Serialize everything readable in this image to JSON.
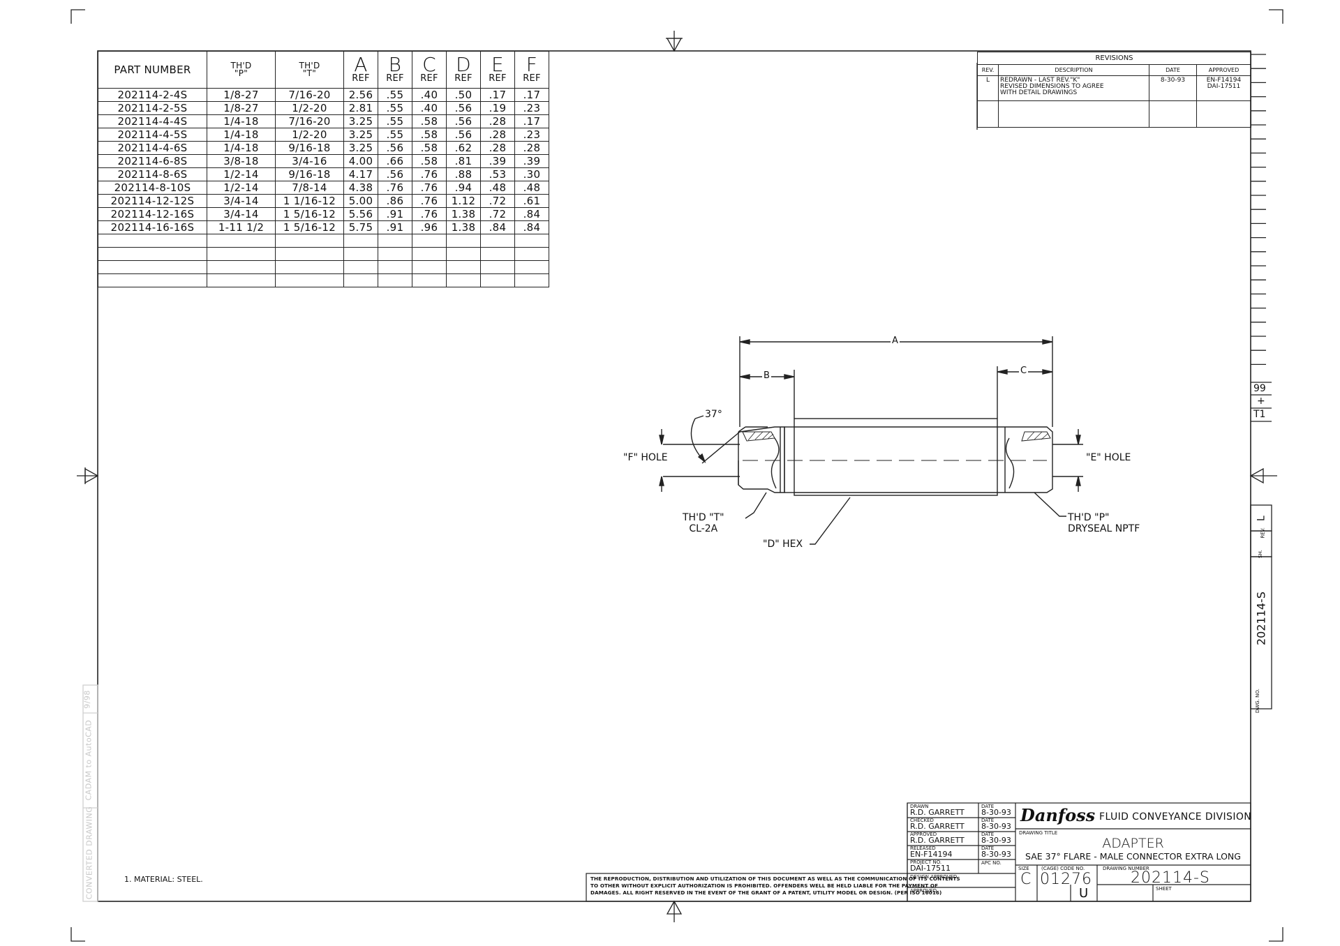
{
  "part_table": {
    "headers": {
      "part_number": "PART NUMBER",
      "thd_p_line1": "TH'D",
      "thd_p_line2": "\"P\"",
      "thd_t_line1": "TH'D",
      "thd_t_line2": "\"T\"",
      "letters": [
        "A",
        "B",
        "C",
        "D",
        "E",
        "F"
      ],
      "ref": "REF"
    },
    "rows": [
      [
        "202114-2-4S",
        "1/8-27",
        "7/16-20",
        "2.56",
        ".55",
        ".40",
        ".50",
        ".17",
        ".17"
      ],
      [
        "202114-2-5S",
        "1/8-27",
        "1/2-20",
        "2.81",
        ".55",
        ".40",
        ".56",
        ".19",
        ".23"
      ],
      [
        "202114-4-4S",
        "1/4-18",
        "7/16-20",
        "3.25",
        ".55",
        ".58",
        ".56",
        ".28",
        ".17"
      ],
      [
        "202114-4-5S",
        "1/4-18",
        "1/2-20",
        "3.25",
        ".55",
        ".58",
        ".56",
        ".28",
        ".23"
      ],
      [
        "202114-4-6S",
        "1/4-18",
        "9/16-18",
        "3.25",
        ".56",
        ".58",
        ".62",
        ".28",
        ".28"
      ],
      [
        "202114-6-8S",
        "3/8-18",
        "3/4-16",
        "4.00",
        ".66",
        ".58",
        ".81",
        ".39",
        ".39"
      ],
      [
        "202114-8-6S",
        "1/2-14",
        "9/16-18",
        "4.17",
        ".56",
        ".76",
        ".88",
        ".53",
        ".30"
      ],
      [
        "202114-8-10S",
        "1/2-14",
        "7/8-14",
        "4.38",
        ".76",
        ".76",
        ".94",
        ".48",
        ".48"
      ],
      [
        "202114-12-12S",
        "3/4-14",
        "1 1/16-12",
        "5.00",
        ".86",
        ".76",
        "1.12",
        ".72",
        ".61"
      ],
      [
        "202114-12-16S",
        "3/4-14",
        "1 5/16-12",
        "5.56",
        ".91",
        ".76",
        "1.38",
        ".72",
        ".84"
      ],
      [
        "202114-16-16S",
        "1-11 1/2",
        "1 5/16-12",
        "5.75",
        ".91",
        ".96",
        "1.38",
        ".84",
        ".84"
      ]
    ]
  },
  "revisions": {
    "title": "REVISIONS",
    "col_rev": "REV.",
    "col_description": "DESCRIPTION",
    "col_date": "DATE",
    "col_approved": "APPROVED",
    "entry": {
      "rev": "L",
      "desc_1": "REDRAWN - LAST REV.\"K\"",
      "desc_2": "REVISED DIMENSIONS TO AGREE",
      "desc_3": "WITH DETAIL DRAWINGS",
      "date": "8-30-93",
      "approved_1": "EN-F14194",
      "approved_2": "DAI-17511"
    }
  },
  "drawing": {
    "dim_a": "A",
    "dim_b": "B",
    "dim_c": "C",
    "angle": "37°",
    "f_hole": "\"F\" HOLE",
    "e_hole": "\"E\" HOLE",
    "thd_t_1": "TH'D \"T\"",
    "thd_t_2": "CL-2A",
    "d_hex": "\"D\" HEX",
    "thd_p_1": "TH'D \"P\"",
    "thd_p_2": "DRYSEAL NPTF"
  },
  "side_labels": {
    "n99": "99",
    "plus": "+",
    "t1": "T1",
    "rev_label": "REV.",
    "rev_value": "L",
    "sh_label": "SH.",
    "dwg_label": "DWG. NO.",
    "dwg_value": "202114-S"
  },
  "watermark": {
    "text_1": "CONVERTED DRAWING",
    "text_2": "CADAM to AutoCAD",
    "text_3": "9/98"
  },
  "notes": {
    "note_1": "1.  MATERIAL: STEEL."
  },
  "disclaimer": {
    "line_1": "THE REPRODUCTION, DISTRIBUTION AND UTILIZATION OF THIS DOCUMENT AS WELL AS THE COMMUNICATION OF ITS CONTENTS",
    "line_2": "TO OTHER WITHOUT EXPLICIT AUTHORIZATION IS PROHIBITED. OFFENDERS WELL BE HELD LIABLE FOR THE PAYMENT OF",
    "line_3": "DAMAGES. ALL RIGHT RESERVED IN THE EVENT OF THE GRANT OF A PATENT, UTILITY MODEL OR DESIGN. (PER ISO 16016)"
  },
  "title_block": {
    "drawn_label": "DRAWN",
    "drawn_value": "R.D. GARRETT",
    "checked_label": "CHECKED",
    "checked_value": "R.D. GARRETT",
    "approved_label": "APPROVED",
    "approved_value": "R.D. GARRETT",
    "released_label": "RELEASED",
    "released_value": "EN-F14194",
    "project_label": "PROJECT NO.",
    "project_value": "DAI-17511",
    "design_approved_label": "DESIGN APPROVED",
    "approved2_label": "APPROVED",
    "date_label": "DATE",
    "date_value": "8-30-93",
    "apc_label": "APC NO.",
    "logo": "Danfoss",
    "division": "FLUID CONVEYANCE DIVISION",
    "drawing_title_label": "DRAWING TITLE",
    "title": "ADAPTER",
    "subtitle": "SAE 37° FLARE - MALE CONNECTOR EXTRA LONG",
    "size_label": "SIZE",
    "size_value": "C",
    "cage_label": "(CAGE) CODE NO.",
    "cage_value": "01276",
    "drawing_number_label": "DRAWING NUMBER",
    "drawing_number": "202114-S",
    "u_value": "U",
    "sheet_label": "SHEET"
  }
}
